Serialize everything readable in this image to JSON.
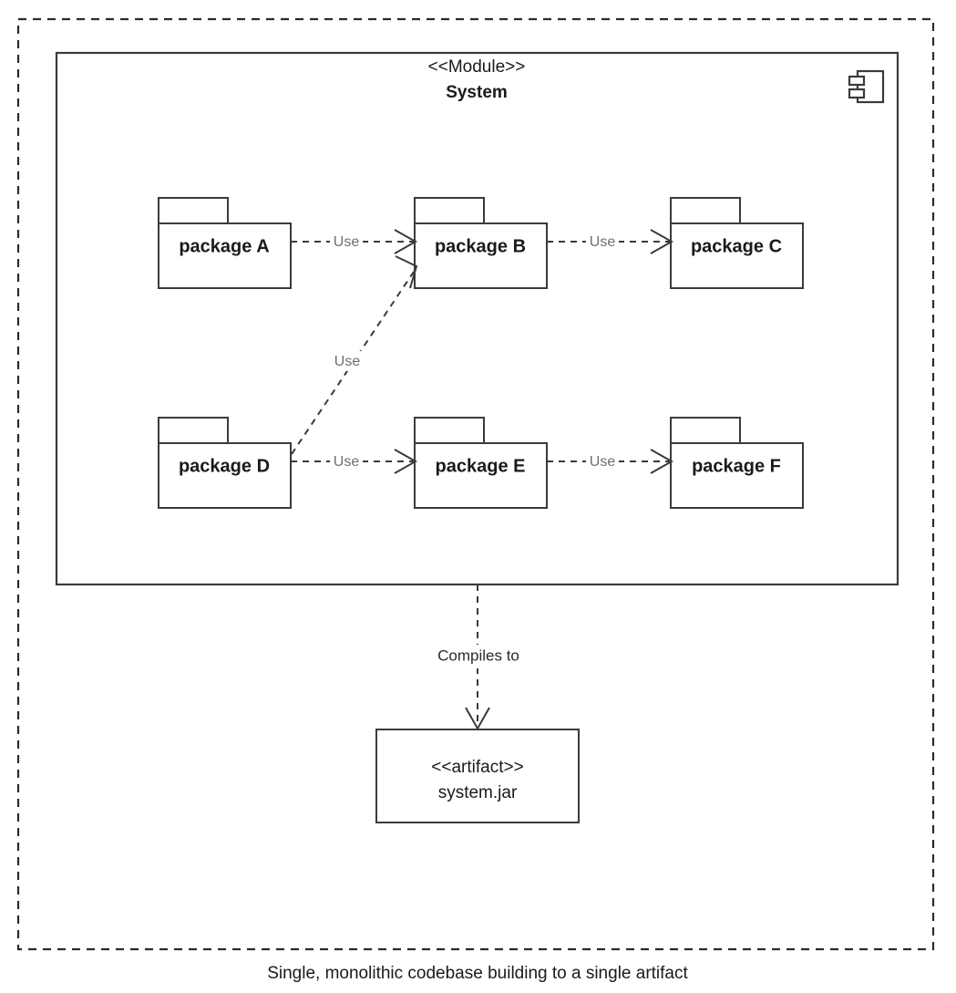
{
  "diagram": {
    "type": "uml-component-diagram",
    "caption": "Single, monolithic codebase building to a single artifact",
    "boundary": {
      "style": "dashed",
      "color": "#2b2b2b"
    },
    "module": {
      "stereotype": "<<Module>>",
      "name": "System",
      "icon": "component-icon"
    },
    "packages": [
      {
        "id": "A",
        "label": "package A",
        "row": "top",
        "column": 1
      },
      {
        "id": "B",
        "label": "package B",
        "row": "top",
        "column": 2
      },
      {
        "id": "C",
        "label": "package C",
        "row": "top",
        "column": 3
      },
      {
        "id": "D",
        "label": "package D",
        "row": "bottom",
        "column": 1
      },
      {
        "id": "E",
        "label": "package E",
        "row": "bottom",
        "column": 2
      },
      {
        "id": "F",
        "label": "package F",
        "row": "bottom",
        "column": 3
      }
    ],
    "dependencies": [
      {
        "from": "A",
        "to": "B",
        "label": "Use",
        "style": "dashed-open-arrow"
      },
      {
        "from": "B",
        "to": "C",
        "label": "Use",
        "style": "dashed-open-arrow"
      },
      {
        "from": "D",
        "to": "E",
        "label": "Use",
        "style": "dashed-open-arrow"
      },
      {
        "from": "E",
        "to": "F",
        "label": "Use",
        "style": "dashed-open-arrow"
      },
      {
        "from": "D",
        "to": "B",
        "label": "Use",
        "style": "dashed-open-arrow-diagonal"
      }
    ],
    "build_edge": {
      "from": "System",
      "to": "system.jar",
      "label": "Compiles to",
      "style": "dashed-open-arrow"
    },
    "artifact": {
      "stereotype": "<<artifact>>",
      "name": "system.jar"
    }
  }
}
